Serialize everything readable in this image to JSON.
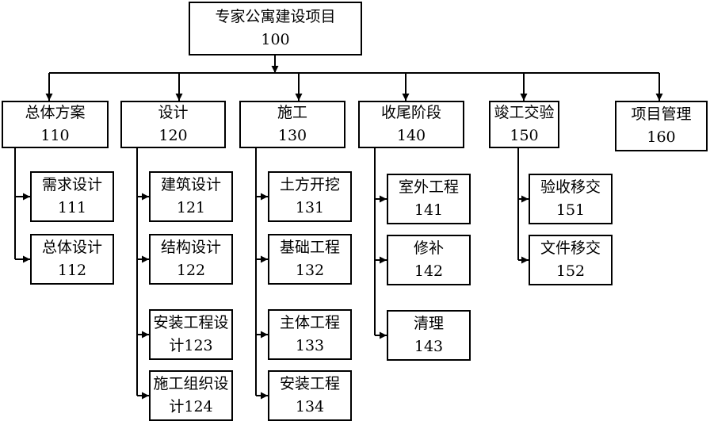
{
  "root": {
    "name": "专家公寓建设项目",
    "code": "100"
  },
  "phases": [
    {
      "name": "总体方案",
      "code": "110",
      "children": [
        {
          "name": "需求设计",
          "code": "111"
        },
        {
          "name": "总体设计",
          "code": "112"
        }
      ]
    },
    {
      "name": "设计",
      "code": "120",
      "children": [
        {
          "name": "建筑设计",
          "code": "121"
        },
        {
          "name": "结构设计",
          "code": "122"
        },
        {
          "name": "安装工程设计123",
          "code": ""
        },
        {
          "name": "施工组织设计124",
          "code": ""
        }
      ]
    },
    {
      "name": "施工",
      "code": "130",
      "children": [
        {
          "name": "土方开挖",
          "code": "131"
        },
        {
          "name": "基础工程",
          "code": "132"
        },
        {
          "name": "主体工程",
          "code": "133"
        },
        {
          "name": "安装工程",
          "code": "134"
        }
      ]
    },
    {
      "name": "收尾阶段",
      "code": "140",
      "children": [
        {
          "name": "室外工程",
          "code": "141"
        },
        {
          "name": "修补",
          "code": "142"
        },
        {
          "name": "清理",
          "code": "143"
        }
      ]
    },
    {
      "name": "竣工交验",
      "code": "150",
      "children": [
        {
          "name": "验收移交",
          "code": "151"
        },
        {
          "name": "文件移交",
          "code": "152"
        }
      ]
    },
    {
      "name": "项目管理",
      "code": "160",
      "children": []
    }
  ]
}
